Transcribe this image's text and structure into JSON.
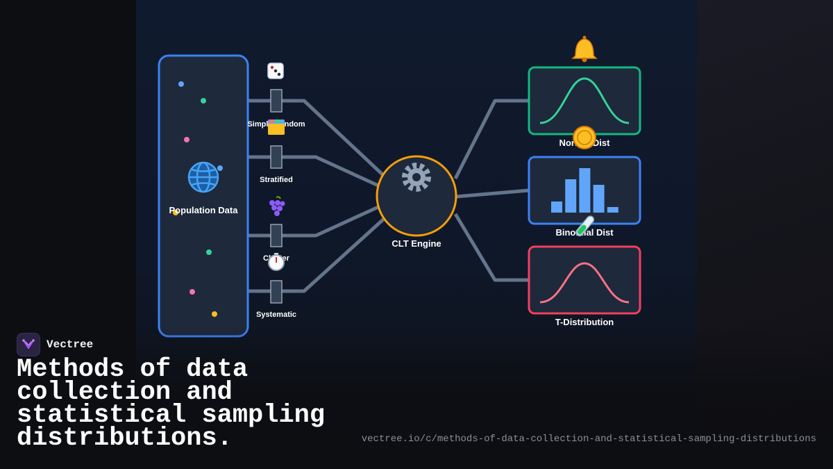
{
  "diagram": {
    "population": {
      "label": "Population Data",
      "icon": "globe-icon"
    },
    "methods": [
      {
        "label": "Simple Random",
        "icon": "dice-icon"
      },
      {
        "label": "Stratified",
        "icon": "card-index-dividers-icon"
      },
      {
        "label": "Cluster",
        "icon": "grapes-icon"
      },
      {
        "label": "Systematic",
        "icon": "stopwatch-icon"
      }
    ],
    "engine": {
      "label": "CLT Engine",
      "icon": "gear-icon"
    },
    "distributions": [
      {
        "label": "Normal Dist",
        "icon": "bell-icon",
        "color": "#34d399"
      },
      {
        "label": "Binomial Dist",
        "icon": "coin-icon",
        "color": "#3b82f6",
        "bar_values": [
          0.2,
          0.6,
          0.8,
          0.5,
          0.1
        ]
      },
      {
        "label": "T-Distribution",
        "icon": "test-tube-icon",
        "color": "#f43f5e"
      }
    ],
    "colors": {
      "population_border": "#3b82f6",
      "engine_border": "#f59e0b",
      "connector": "#64748b",
      "bar_fill": "#60a5fa"
    }
  },
  "brand": {
    "name": "Vectree",
    "logo_icon": "vectree-logo-icon"
  },
  "headline": "Methods of data collection and statistical sampling distributions.",
  "url": "vectree.io/c/methods-of-data-collection-and-statistical-sampling-distributions"
}
